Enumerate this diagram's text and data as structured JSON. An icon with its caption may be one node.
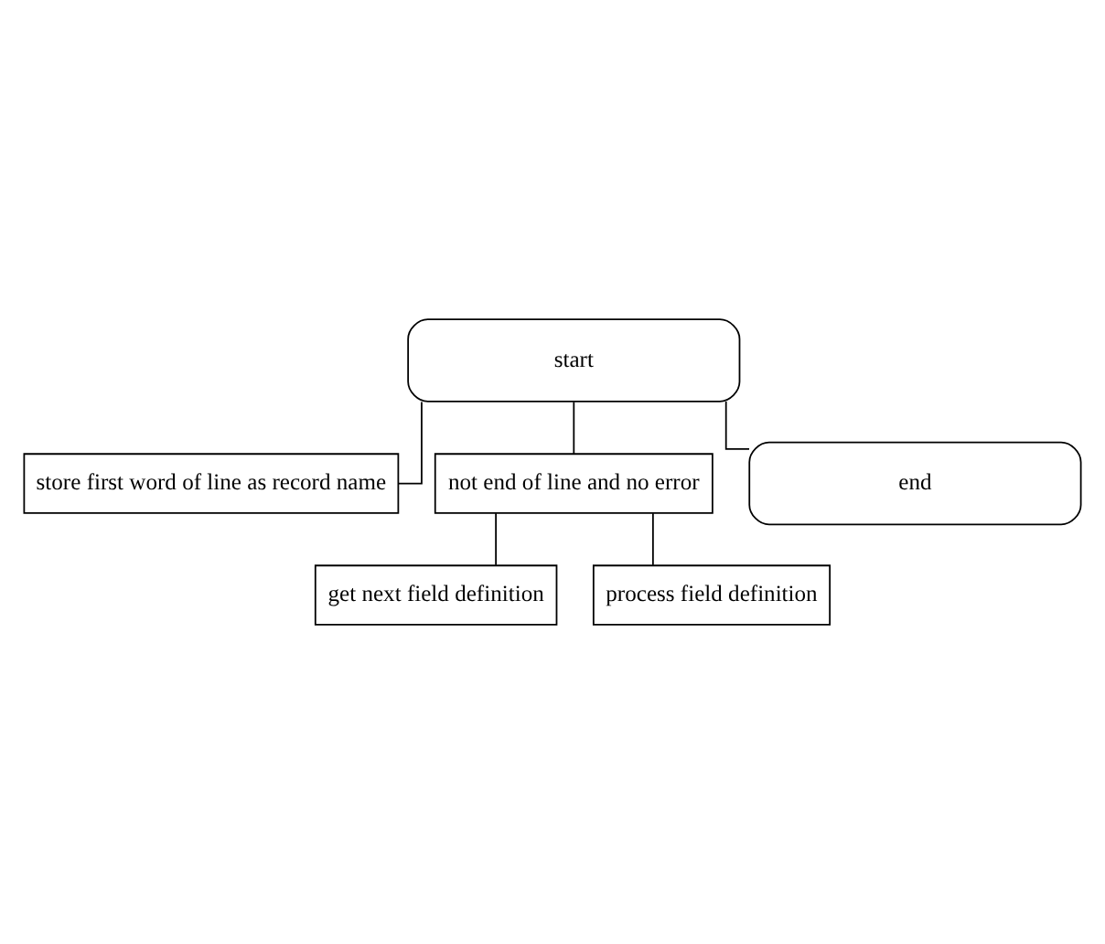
{
  "diagram": {
    "nodes": [
      {
        "text": [
          "start"
        ]
      },
      {
        "text": [
          "store first word of line as record name"
        ]
      },
      {
        "text": [
          "not end of line and no error"
        ]
      },
      {
        "text": [
          "get next field definition"
        ]
      },
      {
        "text": [
          "process field definition"
        ]
      },
      {
        "text": [
          "end"
        ]
      }
    ],
    "edges": [
      {
        "from": 0,
        "to": 1,
        "arrow": "none"
      },
      {
        "from": 0,
        "to": 2,
        "arrow": "none"
      },
      {
        "from": 2,
        "to": 3,
        "arrow": "none"
      },
      {
        "from": 2,
        "to": 4,
        "arrow": "none"
      },
      {
        "from": 0,
        "to": 5,
        "arrow": "none"
      }
    ]
  }
}
